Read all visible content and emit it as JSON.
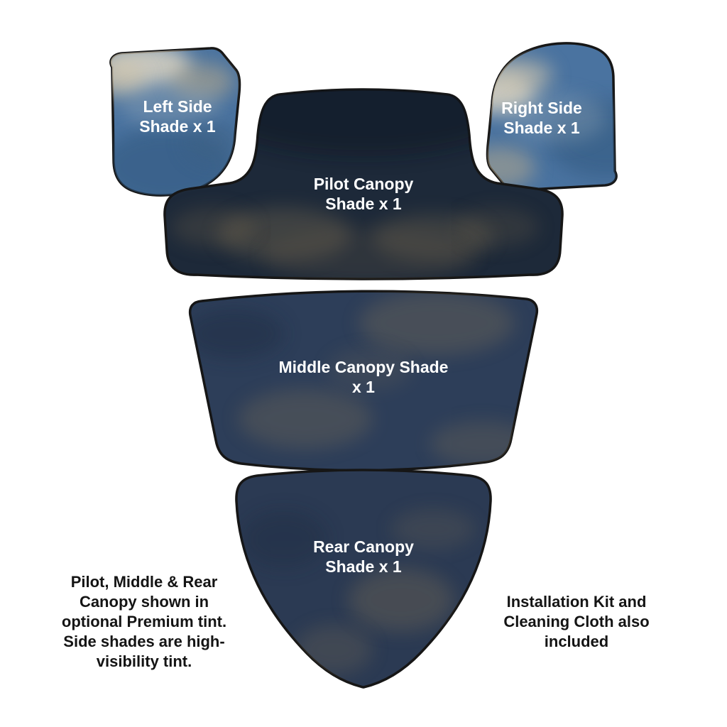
{
  "labels": {
    "left_side": {
      "line1": "Left Side",
      "line2": "Shade x 1"
    },
    "right_side": {
      "line1": "Right Side",
      "line2": "Shade x 1"
    },
    "pilot": {
      "line1": "Pilot Canopy",
      "line2": "Shade x 1"
    },
    "middle": {
      "line1": "Middle Canopy Shade",
      "line2": "x 1"
    },
    "rear": {
      "line1": "Rear Canopy",
      "line2": "Shade x 1"
    }
  },
  "notes": {
    "tint": "Pilot, Middle & Rear Canopy shown in optional Premium tint. Side shades are high-visibility tint.",
    "kit": "Installation Kit and Cleaning Cloth also included"
  },
  "colors": {
    "pilot_fill": "#1d2939",
    "middle_fill": "#2d3e59",
    "rear_fill": "#2b3a53",
    "side_fill": "#4a73a0",
    "outline": "#161616",
    "label_text": "#ffffff",
    "note_text": "#141414",
    "background": "#ffffff"
  }
}
